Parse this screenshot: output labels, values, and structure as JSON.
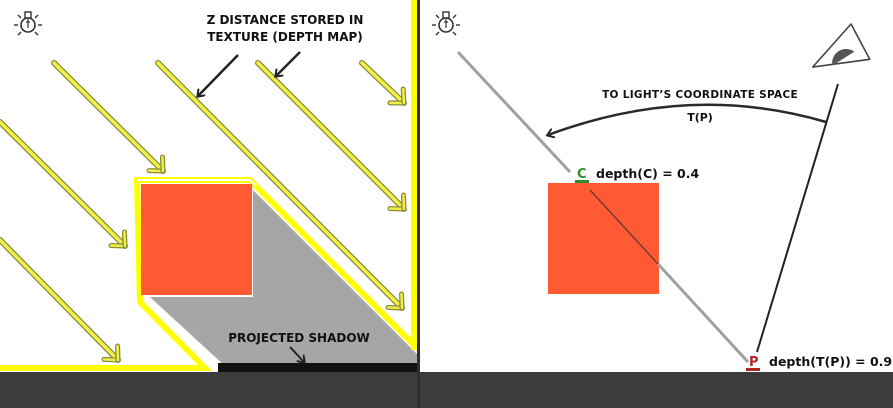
{
  "left_panel": {
    "annotation_line1": "Z DISTANCE STORED IN",
    "annotation_line2": "TEXTURE (DEPTH MAP)",
    "shadow_label": "PROJECTED SHADOW",
    "light_icon": "lightbulb-icon"
  },
  "right_panel": {
    "transform_line1": "TO LIGHT’S COORDINATE SPACE",
    "transform_line2": "T(P)",
    "point_c_letter": "C",
    "point_c_label": "depth(C) = 0.4",
    "point_p_letter": "P",
    "point_p_label": "depth(T(P)) = 0.9",
    "light_icon": "lightbulb-icon",
    "eye_icon": "camera-eye-icon"
  },
  "colors": {
    "cube": "#ff5a33",
    "light_ray": "#f0f048",
    "ray_edge": "#8a8a3a",
    "shadow": "#a6a6a6",
    "floor": "#3c3c3c",
    "divider": "#2e2e2e",
    "point_c": "#2e8b2e",
    "point_p": "#b3261e",
    "highlight": "#ffff00"
  }
}
